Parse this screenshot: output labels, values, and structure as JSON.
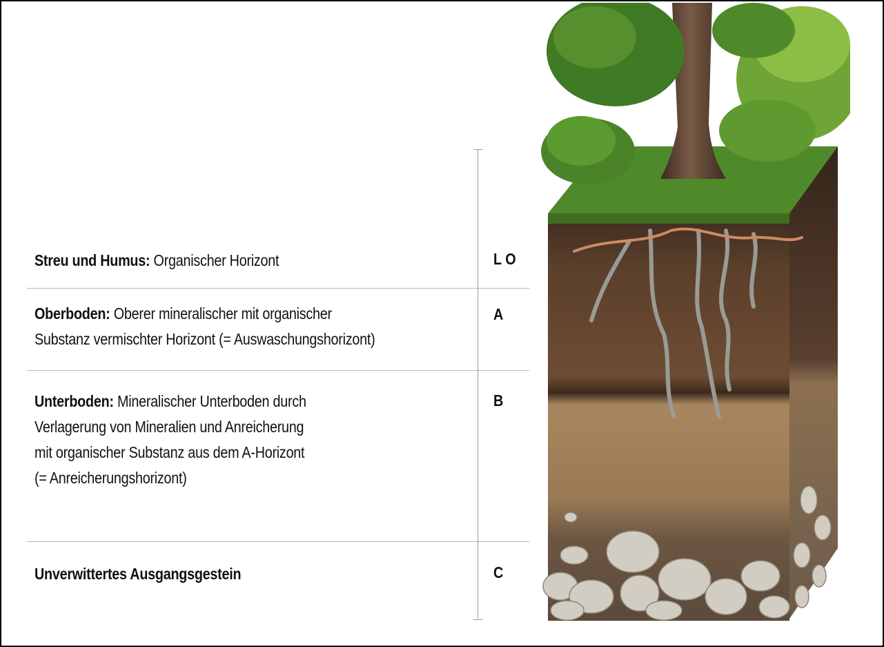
{
  "horizons": [
    {
      "name": "Streu und Humus:",
      "lines": [
        "Organischer Horizont"
      ],
      "code": "L O"
    },
    {
      "name": "Oberboden:",
      "lines": [
        "Oberer mineralischer mit organischer",
        "Substanz vermischter Horizont (= Auswaschungshorizont)"
      ],
      "code": "A"
    },
    {
      "name": "Unterboden:",
      "lines": [
        "Mineralischer Unterboden durch",
        "Verlagerung von Mineralien und Anreicherung",
        "mit organischer Substanz aus dem A-Horizont",
        "(= Anreicherungshorizont)"
      ],
      "code": "B"
    },
    {
      "name": "Unverwittertes Ausgangsgestein",
      "lines": [],
      "code": "C"
    }
  ],
  "colors": {
    "litter": "#4a3424",
    "topsoil": "#6b4a32",
    "subsoil": "#a8855c",
    "bedrock": "#8a7660",
    "grass": "#4e8a2a",
    "foliage": "#3f7a24",
    "trunk": "#5a4132",
    "root": "#9a9a95",
    "pebble": "#d2cdc2"
  }
}
